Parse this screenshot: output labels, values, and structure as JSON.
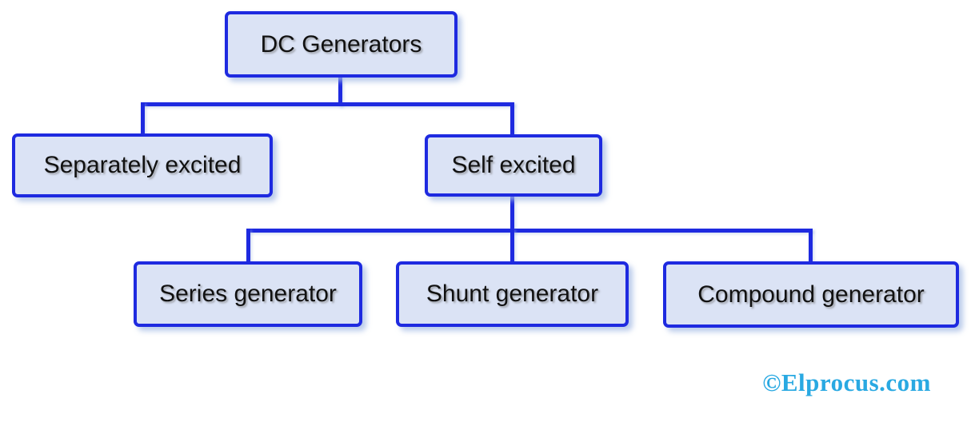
{
  "colors": {
    "node_border": "#1e2ae0",
    "node_fill": "#dbe3f5",
    "connector": "#1e2ae0",
    "watermark": "#29a9e2",
    "node_text": "#111111",
    "background": "#ffffff"
  },
  "diagram": {
    "type": "tree",
    "root": {
      "label": "DC Generators"
    },
    "children": [
      {
        "label": "Separately excited",
        "children": []
      },
      {
        "label": "Self excited",
        "children": [
          {
            "label": "Series generator"
          },
          {
            "label": "Shunt generator"
          },
          {
            "label": "Compound generator"
          }
        ]
      }
    ]
  },
  "watermark": {
    "text": "©Elprocus.com"
  }
}
